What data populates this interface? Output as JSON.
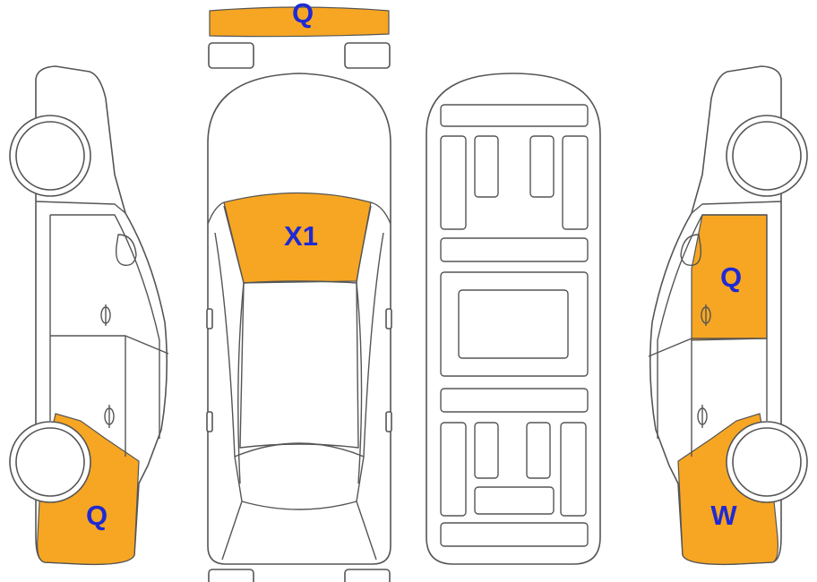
{
  "colors": {
    "damage_fill": "#f6a623",
    "label_text": "#1f2ad4",
    "outline": "#555555",
    "background": "#ffffff"
  },
  "damage_markers": {
    "front_bumper": "Q",
    "windshield": "X1",
    "left_rear_quarter": "Q",
    "right_front_door": "Q",
    "right_rear_quarter": "W"
  }
}
